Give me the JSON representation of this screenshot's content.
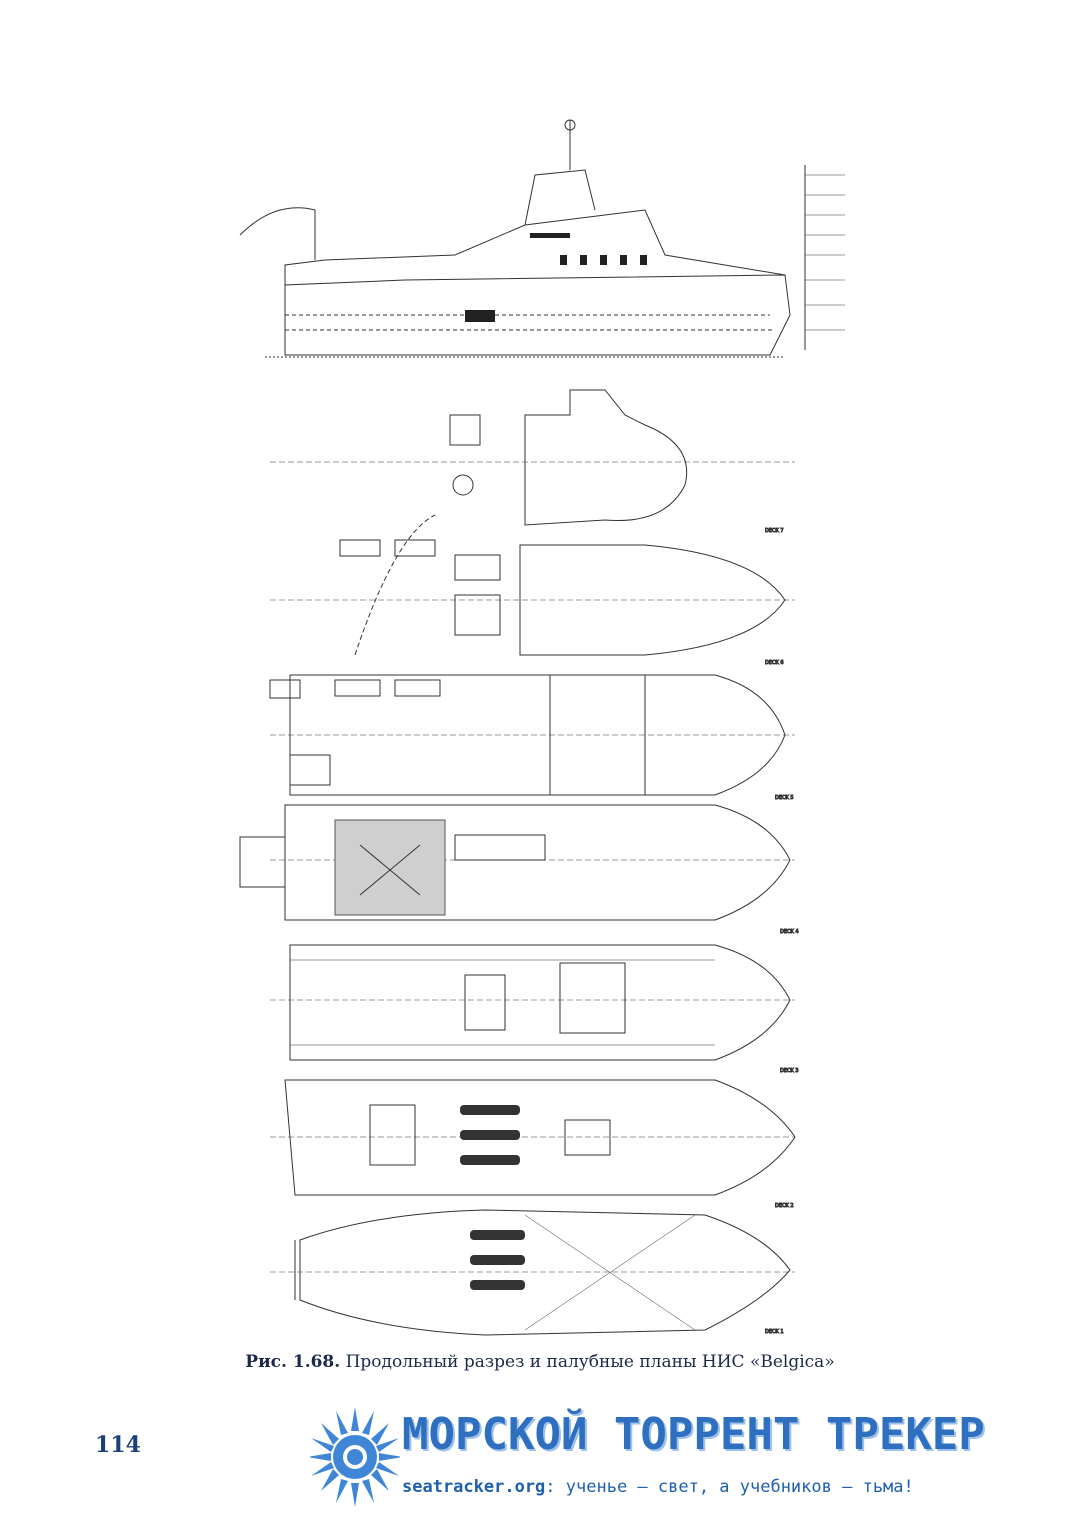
{
  "figure": {
    "deck_labels": [
      "DECK 7",
      "DECK 6",
      "DECK 5",
      "DECK 4",
      "DECK 3",
      "DECK 2",
      "DECK 1"
    ]
  },
  "caption": {
    "number": "Рис. 1.68.",
    "text": " Продольный разрез и палубные планы НИС «Belgica»"
  },
  "page_number": "114",
  "banner": {
    "title": "МОРСКОЙ ТОРРЕНТ ТРЕКЕР",
    "site": "seatracker.org",
    "tagline": ": ученье — свет, а учебников — тьма!",
    "colors": {
      "title": "#2f6fc0",
      "sun": "#3f86d6"
    }
  }
}
